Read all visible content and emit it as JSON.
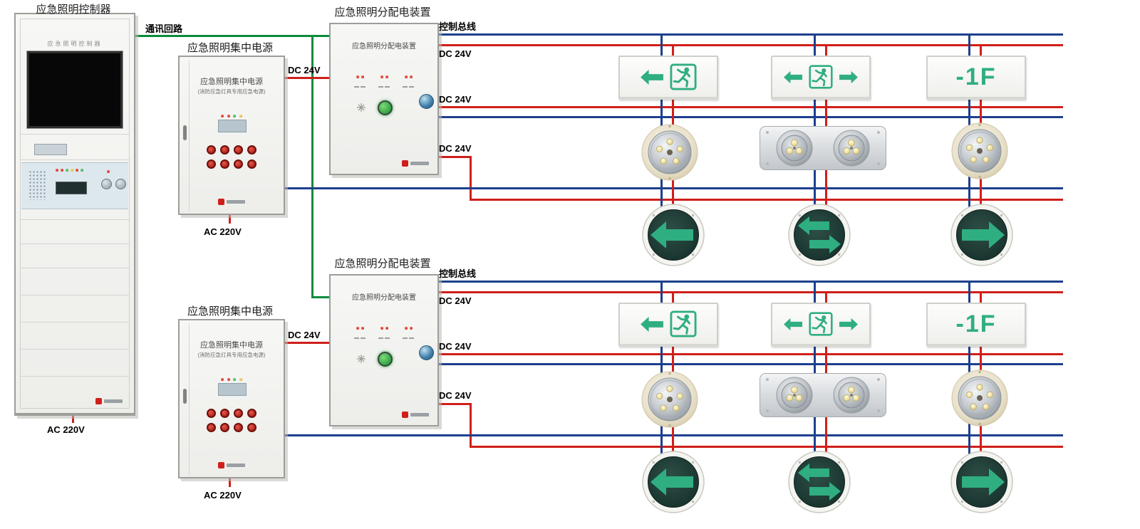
{
  "labels": {
    "comm": "通讯回路",
    "bus": "控制总线",
    "dc24": "DC 24V",
    "ac220": "AC 220V"
  },
  "controller": {
    "caption": "应急照明控制器",
    "panel_title": "应急照明控制器"
  },
  "eps": {
    "caption": "应急照明集中电源",
    "inner_title": "应急照明集中电源",
    "inner_sub": "(消防应急灯具专用应急电源)"
  },
  "dist": {
    "caption": "应急照明分配电装置",
    "inner_title": "应急照明分配电装置"
  },
  "signs": {
    "floor": "-1F"
  },
  "colors": {
    "wire_red": "#cf1f1a",
    "wire_blue": "#1d3f8e",
    "wire_green": "#0a8c3c",
    "sign_green": "#2fae81",
    "disc_dark": "#16302b"
  }
}
